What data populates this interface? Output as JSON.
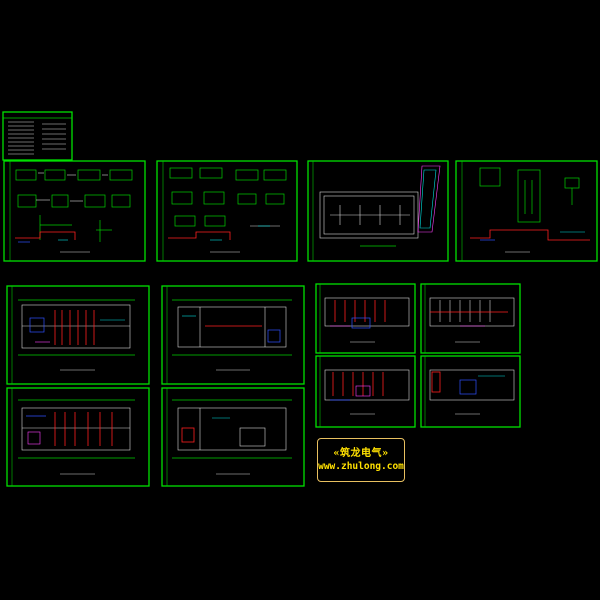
{
  "watermark": {
    "title": "«筑龙电气»",
    "url": "www.zhulong.com"
  },
  "colors": {
    "background": "#000000",
    "frame": "#00e000",
    "wiring_red": "#ff2020",
    "cyan": "#00e0e0",
    "blue": "#3050ff",
    "magenta": "#ff40ff",
    "watermark_text": "#ffe000",
    "watermark_border": "#e8c060"
  },
  "sheets": [
    {
      "id": "drawing-index",
      "content": "legend-table"
    },
    {
      "id": "distribution-system-1",
      "content": "system-diagram"
    },
    {
      "id": "distribution-system-2",
      "content": "system-diagram"
    },
    {
      "id": "site-lighting-plan",
      "content": "site-plan"
    },
    {
      "id": "distribution-system-3",
      "content": "system-diagram"
    },
    {
      "id": "floor-plan-1",
      "content": "floor-plan"
    },
    {
      "id": "floor-plan-2",
      "content": "floor-plan"
    },
    {
      "id": "floor-plan-3",
      "content": "floor-plan"
    },
    {
      "id": "floor-plan-4",
      "content": "floor-plan"
    },
    {
      "id": "floor-plan-5",
      "content": "floor-plan"
    },
    {
      "id": "floor-plan-6",
      "content": "floor-plan"
    },
    {
      "id": "floor-plan-7",
      "content": "floor-plan"
    },
    {
      "id": "floor-plan-8",
      "content": "floor-plan"
    }
  ]
}
